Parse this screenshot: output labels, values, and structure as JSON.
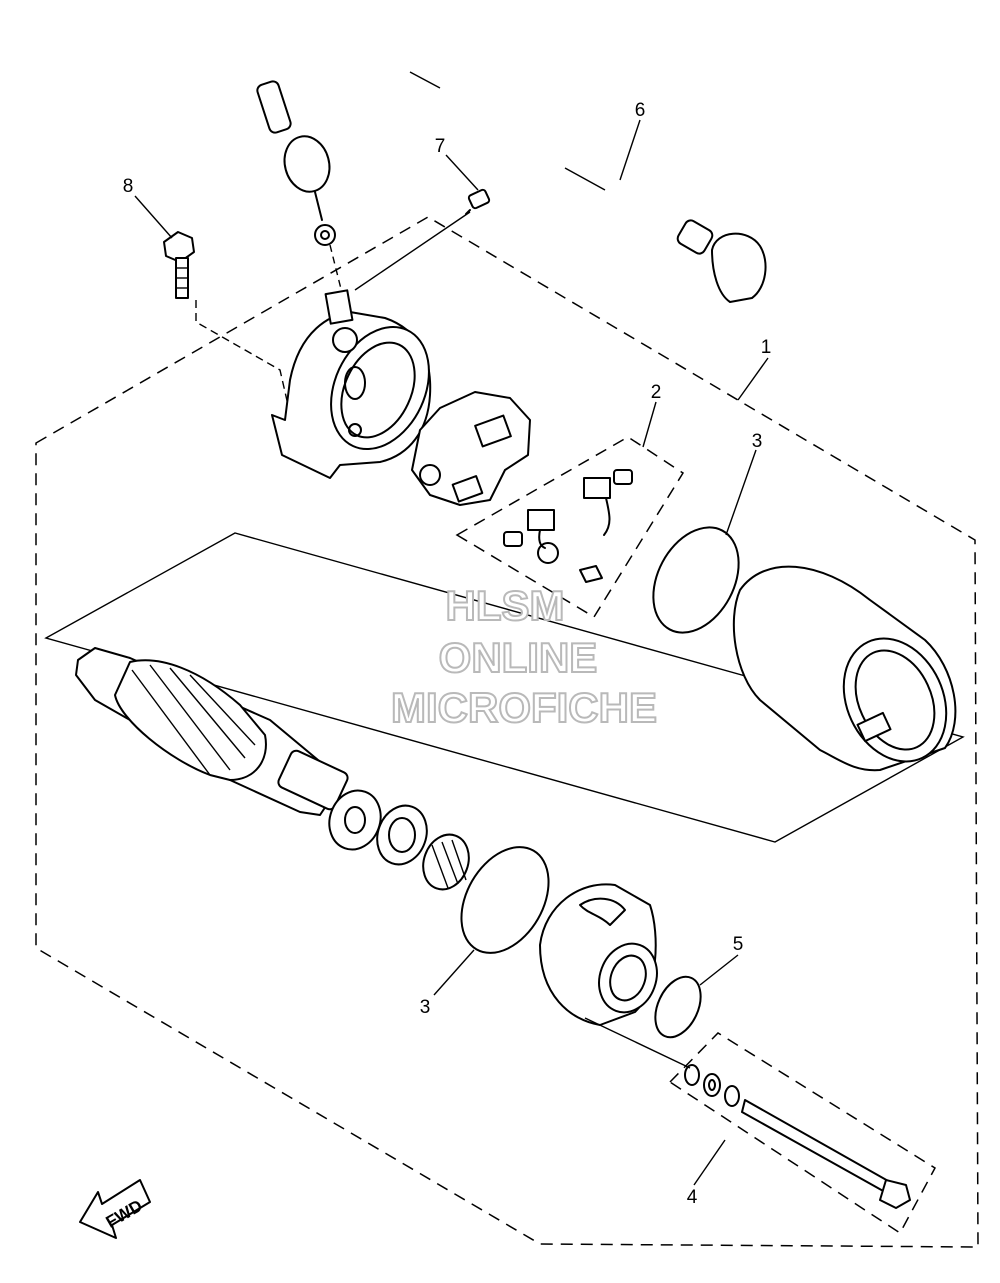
{
  "callouts": [
    "1",
    "2",
    "3",
    "3",
    "4",
    "5",
    "6",
    "7",
    "8"
  ],
  "watermark": {
    "line1": "HLSM",
    "line2": "ONLINE",
    "line3": "MICROFICHE"
  },
  "fwd_label": "FWD"
}
